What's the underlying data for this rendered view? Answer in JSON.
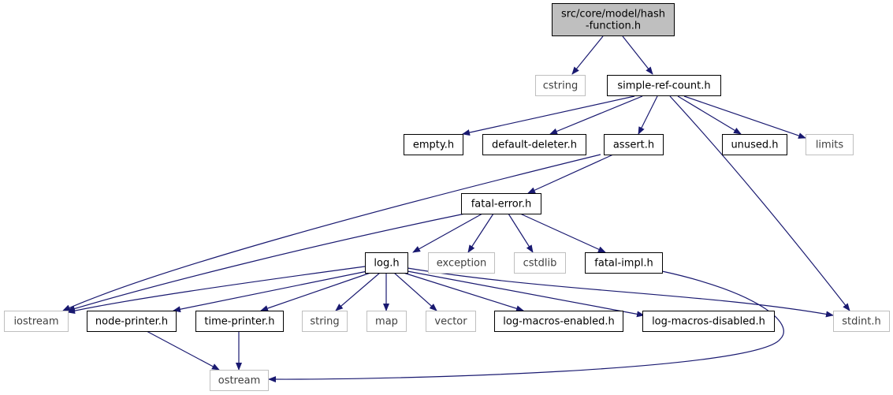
{
  "colors": {
    "edge": "#191970",
    "root_fill": "#bfbfbf",
    "node_border_solid": "#000000",
    "node_border_external": "#bfbfbf",
    "text_solid": "#000000",
    "text_external": "#404040"
  },
  "nodes": [
    {
      "id": "hash-function",
      "lines": [
        "src/core/model/hash",
        "-function.h"
      ],
      "style": "root"
    },
    {
      "id": "cstring",
      "lines": [
        "cstring"
      ],
      "style": "external"
    },
    {
      "id": "simple-ref-count",
      "lines": [
        "simple-ref-count.h"
      ],
      "style": "solid"
    },
    {
      "id": "empty",
      "lines": [
        "empty.h"
      ],
      "style": "solid"
    },
    {
      "id": "default-deleter",
      "lines": [
        "default-deleter.h"
      ],
      "style": "solid"
    },
    {
      "id": "assert",
      "lines": [
        "assert.h"
      ],
      "style": "solid"
    },
    {
      "id": "unused",
      "lines": [
        "unused.h"
      ],
      "style": "solid"
    },
    {
      "id": "limits",
      "lines": [
        "limits"
      ],
      "style": "external"
    },
    {
      "id": "fatal-error",
      "lines": [
        "fatal-error.h"
      ],
      "style": "solid"
    },
    {
      "id": "log",
      "lines": [
        "log.h"
      ],
      "style": "solid"
    },
    {
      "id": "exception",
      "lines": [
        "exception"
      ],
      "style": "external"
    },
    {
      "id": "cstdlib",
      "lines": [
        "cstdlib"
      ],
      "style": "external"
    },
    {
      "id": "fatal-impl",
      "lines": [
        "fatal-impl.h"
      ],
      "style": "solid"
    },
    {
      "id": "iostream",
      "lines": [
        "iostream"
      ],
      "style": "external"
    },
    {
      "id": "node-printer",
      "lines": [
        "node-printer.h"
      ],
      "style": "solid"
    },
    {
      "id": "time-printer",
      "lines": [
        "time-printer.h"
      ],
      "style": "solid"
    },
    {
      "id": "string",
      "lines": [
        "string"
      ],
      "style": "external"
    },
    {
      "id": "map",
      "lines": [
        "map"
      ],
      "style": "external"
    },
    {
      "id": "vector",
      "lines": [
        "vector"
      ],
      "style": "external"
    },
    {
      "id": "log-macros-enabled",
      "lines": [
        "log-macros-enabled.h"
      ],
      "style": "solid"
    },
    {
      "id": "log-macros-disabled",
      "lines": [
        "log-macros-disabled.h"
      ],
      "style": "solid"
    },
    {
      "id": "stdint",
      "lines": [
        "stdint.h"
      ],
      "style": "external"
    },
    {
      "id": "ostream",
      "lines": [
        "ostream"
      ],
      "style": "external"
    }
  ],
  "edges": [
    {
      "from": "hash-function",
      "to": "cstring"
    },
    {
      "from": "hash-function",
      "to": "simple-ref-count"
    },
    {
      "from": "simple-ref-count",
      "to": "empty"
    },
    {
      "from": "simple-ref-count",
      "to": "default-deleter"
    },
    {
      "from": "simple-ref-count",
      "to": "assert"
    },
    {
      "from": "simple-ref-count",
      "to": "unused"
    },
    {
      "from": "simple-ref-count",
      "to": "limits"
    },
    {
      "from": "simple-ref-count",
      "to": "stdint"
    },
    {
      "from": "assert",
      "to": "fatal-error"
    },
    {
      "from": "assert",
      "to": "iostream"
    },
    {
      "from": "fatal-error",
      "to": "log"
    },
    {
      "from": "fatal-error",
      "to": "exception"
    },
    {
      "from": "fatal-error",
      "to": "cstdlib"
    },
    {
      "from": "fatal-error",
      "to": "fatal-impl"
    },
    {
      "from": "fatal-error",
      "to": "iostream"
    },
    {
      "from": "fatal-impl",
      "to": "ostream"
    },
    {
      "from": "log",
      "to": "iostream"
    },
    {
      "from": "log",
      "to": "node-printer"
    },
    {
      "from": "log",
      "to": "time-printer"
    },
    {
      "from": "log",
      "to": "string"
    },
    {
      "from": "log",
      "to": "map"
    },
    {
      "from": "log",
      "to": "vector"
    },
    {
      "from": "log",
      "to": "log-macros-enabled"
    },
    {
      "from": "log",
      "to": "log-macros-disabled"
    },
    {
      "from": "log",
      "to": "stdint"
    },
    {
      "from": "node-printer",
      "to": "ostream"
    },
    {
      "from": "time-printer",
      "to": "ostream"
    }
  ]
}
